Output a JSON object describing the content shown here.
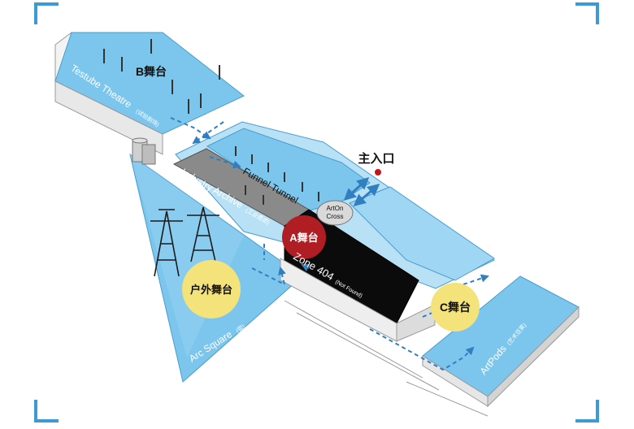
{
  "colors": {
    "frame": "#3c9bd6",
    "venue_fill": "#7cc6ee",
    "venue_fill_light": "#b9e1f6",
    "venue_stroke": "#4a9ccc",
    "archive_gray": "#8a8a8a",
    "zone_black": "#0b0b0b",
    "stage_red": "#b01e24",
    "stage_yellow": "#f4e27a",
    "entrance_dot": "#c3161c",
    "arrow_blue": "#2f7fc1"
  },
  "labels": {
    "entrance": "主入口",
    "stage_b": "B舞台",
    "stage_a": "A舞台",
    "stage_c": "C舞台",
    "stage_outdoor": "户外舞台",
    "artoncross_line1": "ArtOn",
    "artoncross_line2": "Cross",
    "testube_theatre": "Testube Theatre",
    "testube_theatre_cn": "(试验剧场)",
    "funnel_tunnel": "Funnel Tunnel",
    "industry_archive": "Industry Archive",
    "industry_archive_cn": "(工业遗迹)",
    "zone_404": "Zone 404",
    "zone_404_sub": "(Not Found)",
    "arc_square": "Arc Square",
    "arc_square_cn": "(弧)",
    "artpods": "ArtPods",
    "artpods_cn": "(艺术豆荚)"
  }
}
